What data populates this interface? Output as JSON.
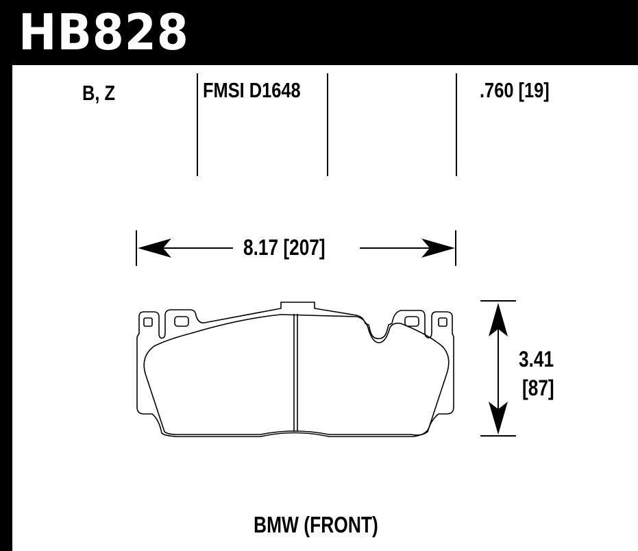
{
  "header": {
    "part_number": "HB828"
  },
  "specs": {
    "compound_codes": "B, Z",
    "fmsi_number": "FMSI D1648",
    "thickness": ".760 [19]"
  },
  "dimensions": {
    "width": "8.17  [207]",
    "height_in": "3.41",
    "height_mm": "[87]"
  },
  "footer": {
    "application": "BMW (FRONT)"
  },
  "colors": {
    "frame": "#000000",
    "background": "#ffffff",
    "header_text": "#ffffff"
  }
}
